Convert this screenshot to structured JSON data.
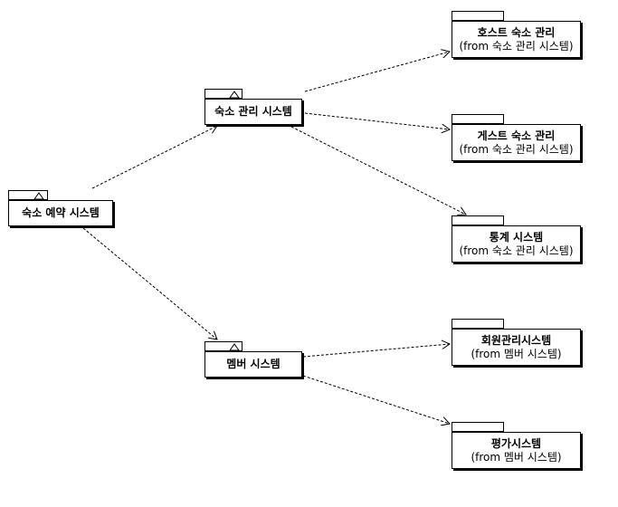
{
  "packages": {
    "reservation": {
      "name": "숙소 예약 시스템",
      "has_triangle": true
    },
    "lodging_mgmt": {
      "name": "숙소 관리 시스템",
      "has_triangle": true
    },
    "member": {
      "name": "멤버 시스템",
      "has_triangle": true
    },
    "host_lodging": {
      "name": "호스트 숙소 관리",
      "from": "(from 숙소 관리 시스템)"
    },
    "guest_lodging": {
      "name": "게스트 숙소 관리",
      "from": "(from 숙소 관리 시스템)"
    },
    "statistics": {
      "name": "통계 시스템",
      "from": "(from 숙소 관리 시스템)"
    },
    "member_mgmt": {
      "name": "회원관리시스템",
      "from": "(from 멤버 시스템)"
    },
    "rating": {
      "name": "평가시스템",
      "from": "(from 멤버 시스템)"
    }
  },
  "dependencies": [
    {
      "from": "reservation",
      "to": "lodging_mgmt"
    },
    {
      "from": "reservation",
      "to": "member"
    },
    {
      "from": "lodging_mgmt",
      "to": "host_lodging"
    },
    {
      "from": "lodging_mgmt",
      "to": "guest_lodging"
    },
    {
      "from": "lodging_mgmt",
      "to": "statistics"
    },
    {
      "from": "member",
      "to": "member_mgmt"
    },
    {
      "from": "member",
      "to": "rating"
    }
  ],
  "style": {
    "line_color": "#000000",
    "box_fill": "#ffffff"
  }
}
